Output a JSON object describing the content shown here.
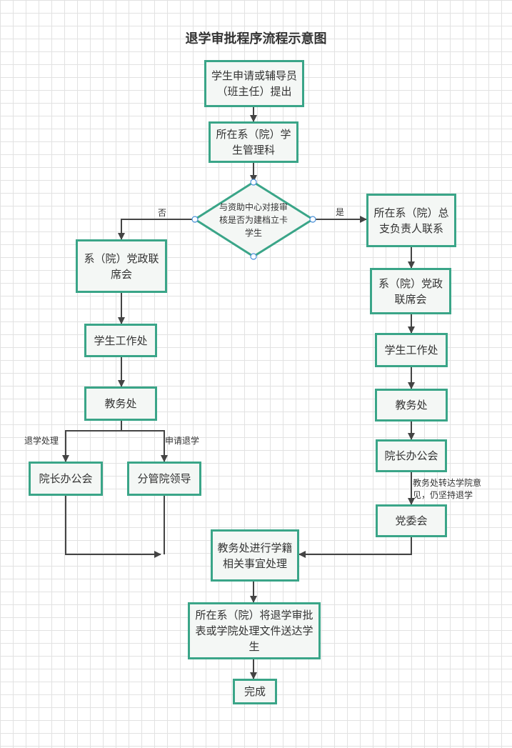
{
  "title": "退学审批程序流程示意图",
  "nodes": {
    "n1": "学生申请或辅导员（班主任）提出",
    "n2": "所在系（院）学生管理科",
    "decision": "与资助中心对接审核是否为建档立卡学生",
    "left1": "系（院）党政联席会",
    "left2": "学生工作处",
    "left3": "教务处",
    "left4a": "院长办公会",
    "left4b": "分管院领导",
    "right1": "所在系（院）总支负责人联系",
    "right2": "系（院）党政联席会",
    "right3": "学生工作处",
    "right4": "教务处",
    "right5": "院长办公会",
    "right6": "党委会",
    "merge": "教务处进行学籍相关事宜处理",
    "send": "所在系（院）将退学审批表或学院处理文件送达学生",
    "done": "完成"
  },
  "edge_labels": {
    "no": "否",
    "yes": "是",
    "withdraw": "退学处理",
    "apply": "申请退学",
    "insist": "教务处转达学院意见，仍坚持退学"
  },
  "colors": {
    "border": "#3aa588",
    "fill": "#f4f7f5",
    "line": "#444444"
  }
}
